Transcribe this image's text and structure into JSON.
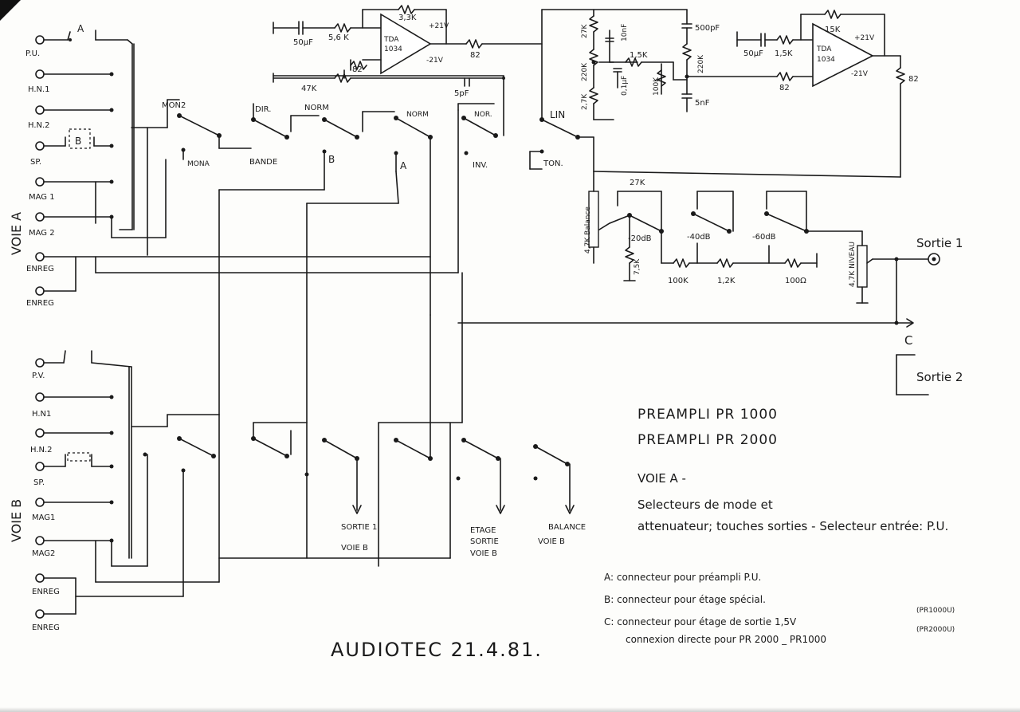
{
  "inputs_a": {
    "labels": [
      "P.U.",
      "H.N.1",
      "H.N.2",
      "SP.",
      "MAG 1",
      "MAG 2",
      "ENREG",
      "ENREG"
    ],
    "group": "VOIE A"
  },
  "inputs_b": {
    "labels": [
      "P.V.",
      "H.N1",
      "H.N.2",
      "SP.",
      "MAG1",
      "MAG2",
      "ENREG",
      "ENREG"
    ],
    "group": "VOIE B"
  },
  "connectors": {
    "a": "A",
    "b": "B",
    "c": "C"
  },
  "selectors": {
    "mono2": "MON2",
    "mono": "MONA",
    "bande": "BANDE",
    "dir": "DIR.",
    "norm1": "NORM",
    "norm2": "NORM",
    "norm3": "NOR.",
    "inv": "INV.",
    "b": "B",
    "a": "A",
    "lin": "LIN",
    "ton": "TON."
  },
  "components": {
    "c1": "50µF",
    "r1": "5,6 K",
    "op1": [
      "TDA",
      "1034"
    ],
    "r_fb1": "3,3K",
    "v1p": "+21V",
    "v1n": "-21V",
    "r2": "82",
    "r3": "47K",
    "r4": "82",
    "c2": "5pF",
    "r5": "27K",
    "r6": "220K",
    "r7": "2,7K",
    "c3": "10nF",
    "r8": "1,5K",
    "c4": "0,1µF",
    "r9": "100K",
    "c5": "500pF",
    "r10": "220K",
    "c6": "5nF",
    "c7": "50µF",
    "r11": "1,5K",
    "op2": [
      "TDA",
      "1034"
    ],
    "r_fb2": "15K",
    "v2p": "+21V",
    "v2n": "-21V",
    "r12": "82",
    "r13": "82",
    "balance": "4,7K Balance",
    "r14": "27K",
    "r15": "7,5K",
    "att1": "-20dB",
    "att2": "-40dB",
    "att3": "-60dB",
    "r16": "100K",
    "r17": "1,2K",
    "r18": "100Ω",
    "niveau": "4,7K NIVEAU"
  },
  "outputs": {
    "sortie1": "Sortie 1",
    "sortie2": "Sortie 2",
    "c": "C"
  },
  "voie_b_outputs": {
    "sortie1": [
      "SORTIE 1",
      "VOIE B"
    ],
    "etage": [
      "ETAGE",
      "SORTIE",
      "VOIE B"
    ],
    "balance": [
      "BALANCE",
      "VOIE B"
    ]
  },
  "notes": {
    "title1": "PREAMPLI  PR 1000",
    "title2": "PREAMPLI  PR 2000",
    "voie": "VOIE A -",
    "line1": "Selecteurs de mode et",
    "line2": "attenuateur; touches sorties - Selecteur entrée: P.U.",
    "legend_a": "A: connecteur pour préampli P.U.",
    "legend_b": "B: connecteur pour étage spécial.",
    "legend_c1": "C: connecteur pour étage de sortie 1,5V",
    "legend_c2": "connexion directe pour PR 2000 _ PR1000",
    "pr1000u": "(PR1000U)",
    "pr2000u": "(PR2000U)"
  },
  "signature": "AUDIOTEC  21.4.81."
}
